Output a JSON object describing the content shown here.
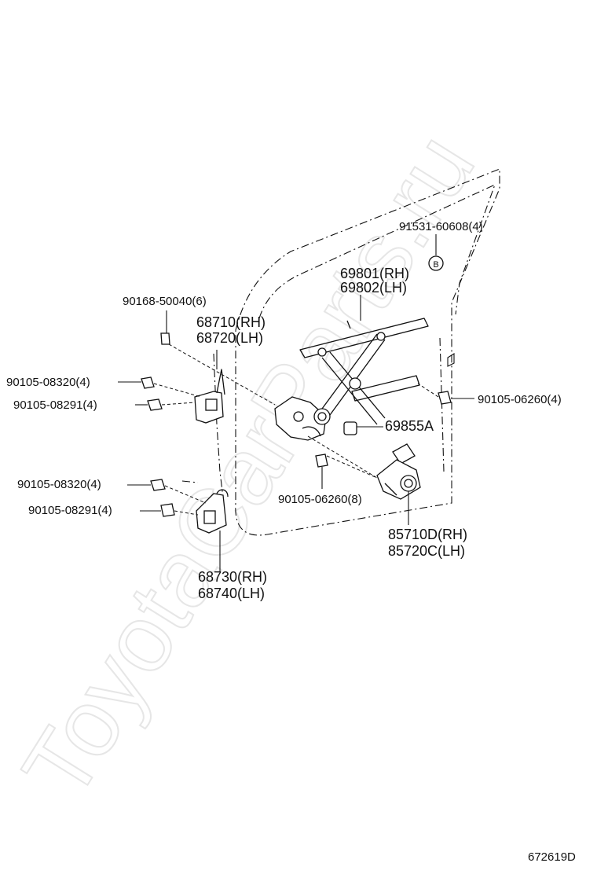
{
  "watermark": "ToyotaCarParts.ru",
  "labels": {
    "p91531": "91531-60608(4)",
    "ref_b": "B",
    "p69801": "69801(RH)",
    "p69802": "69802(LH)",
    "p90168": "90168-50040(6)",
    "p68710": "68710(RH)",
    "p68720": "68720(LH)",
    "p90105_08320_a": "90105-08320(4)",
    "p90105_08291_a": "90105-08291(4)",
    "p90105_06260_a": "90105-06260(4)",
    "p69855a": "69855A",
    "p90105_08320_b": "90105-08320(4)",
    "p90105_08291_b": "90105-08291(4)",
    "p90105_06260_b": "90105-06260(8)",
    "p85710d": "85710D(RH)",
    "p85720c": "85720C(LH)",
    "p68730": "68730(RH)",
    "p68740": "68740(LH)",
    "diagram_id": "672619D"
  }
}
